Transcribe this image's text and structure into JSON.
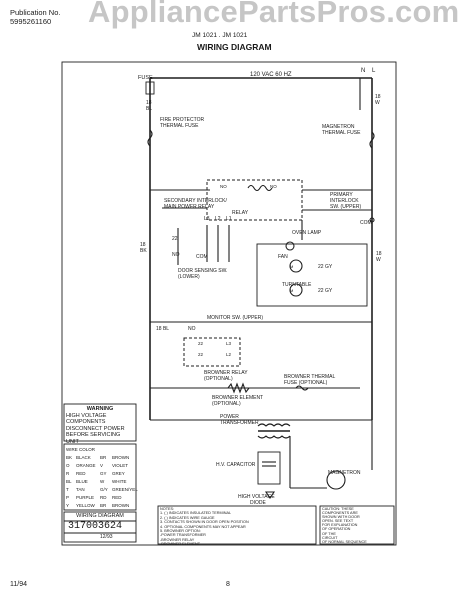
{
  "watermark": "AppliancePartsPros.com",
  "header": {
    "publication_label": "Publication No.",
    "publication_number": "5995261160",
    "model_text": "JM  1021 . JM  1021",
    "title": "WIRING DIAGRAM"
  },
  "labels": {
    "fuse": "FUSE",
    "supply": "120 VAC 60 HZ",
    "n_terminal": "N",
    "l_terminal": "L",
    "wire_18w": "18\nW",
    "wire_18bl": "18\nBL",
    "fire_protector": "FIRE PROTECTOR\nTHERMAL FUSE",
    "magnetron_thermal_fuse": "MAGNETRON\nTHERMAL FUSE",
    "secondary_interlock": "SECONDARY INTERLOCK/\nMAIN POWER RELAY",
    "relay": "RELAY",
    "oven_lamp": "OVEN LAMP",
    "fan_motor": "FAN\nMOTOR",
    "turntable_motor": "TURNTABLE\nMOTOR",
    "primary_interlock": "PRIMARY\nINTERLOCK\nSW. (UPPER)",
    "door_sensing_sw": "DOOR SENSING SW.\n(LOWER)",
    "monitor_sw": "MONITOR SW. (UPPER)",
    "browner_relay": "BROWNER RELAY\n(OPTIONAL)",
    "browner_thermal_fuse": "BROWNER THERMAL\nFUSE (OPTIONAL)",
    "browner_element": "BROWNER ELEMENT\n(OPTIONAL)",
    "power_transformer": "POWER\nTRANSFORMER",
    "hv_capacitor": "H.V. CAPACITOR",
    "hv_diode": "HIGH VOLTAGE\nDIODE",
    "magnetron": "MAGNETRON",
    "com": "COM",
    "nc": "N.C.",
    "no": "N.O."
  },
  "warning": {
    "heading": "WARNING",
    "lines": [
      "HIGH VOLTAGE COMPONENTS",
      "DISCONNECT POWER",
      "BEFORE SERVICING UNIT"
    ],
    "wire_color_label": "WIRE COLOR",
    "legend_rows": [
      [
        "BK",
        "BLACK",
        "BR",
        "BROWN"
      ],
      [
        "O",
        "ORANGE",
        "V",
        "VIOLET"
      ],
      [
        "R",
        "RED",
        "GY",
        "GREY"
      ],
      [
        "BL",
        "BLUE",
        "W",
        "WHITE"
      ],
      [
        "T",
        "TAN",
        "G/Y",
        "GREEN/YEL"
      ],
      [
        "P",
        "PURPLE",
        "RD",
        "RED"
      ],
      [
        "Y",
        "YELLOW",
        "BR",
        "BROWN"
      ]
    ]
  },
  "title_block": {
    "title": "WIRING DIAGRAM",
    "part_number": "317003624",
    "date": "12/93"
  },
  "notes": {
    "heading": "NOTES:",
    "lines": [
      "1. ( ) INDICATES INSULATED TERMINAL",
      "2. ( ) INDICATES WIRE GAUGE",
      "3. CONTACTS SHOWN IN DOOR OPEN POSITION",
      "4. OPTIONAL COMPONENTS MAY NOT APPEAR",
      "5. BROWNER OPTION:",
      "   -POWER TRANSFORMER",
      "   -BROWNER RELAY",
      "   -BROWNER ELEMENT"
    ]
  },
  "caution": {
    "lines": [
      "CAUTION: THESE",
      "COMPONENTS ARE",
      "SHOWN WITH DOOR",
      "OPEN. SEE TEXT",
      "FOR EXPLANATION",
      "OF OPERATION",
      "OF THE",
      "CIRCUIT",
      "OF NORMAL SEQUENCE"
    ]
  },
  "footer": {
    "date": "11/94",
    "page": "8"
  }
}
